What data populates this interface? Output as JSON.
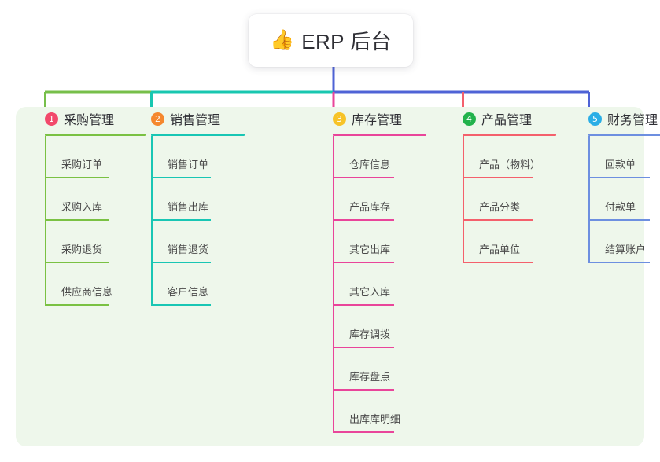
{
  "root": {
    "icon": "thumbs-up-icon",
    "emoji": "👍",
    "title": "ERP 后台"
  },
  "palette": {
    "panel_background": "#eef7eb",
    "page_background": "#ffffff",
    "bus_left": "#77bf4a",
    "bus_mid": "#18c7b0",
    "bus_right": "#4f63d6",
    "stem": "#4f63d6",
    "text": "#3c3c3c"
  },
  "columns": [
    {
      "index": "1",
      "title": "采购管理",
      "badge_color": "#f2496b",
      "rule_color": "#7ac143",
      "drop_color": "#77bf4a",
      "items": [
        "采购订单",
        "采购入库",
        "采购退货",
        "供应商信息"
      ]
    },
    {
      "index": "2",
      "title": "销售管理",
      "badge_color": "#f5872e",
      "rule_color": "#19c6b4",
      "drop_color": "#18c7b0",
      "items": [
        "销售订单",
        "销售出库",
        "销售退货",
        "客户信息"
      ]
    },
    {
      "index": "3",
      "title": "库存管理",
      "badge_color": "#f7c327",
      "rule_color": "#e9459a",
      "drop_color": "#e9459a",
      "items": [
        "仓库信息",
        "产品库存",
        "其它出库",
        "其它入库",
        "库存调拨",
        "库存盘点",
        "出库库明细"
      ]
    },
    {
      "index": "4",
      "title": "产品管理",
      "badge_color": "#22b24c",
      "rule_color": "#f4606c",
      "drop_color": "#f4606c",
      "items": [
        "产品（物料）",
        "产品分类",
        "产品单位"
      ]
    },
    {
      "index": "5",
      "title": "财务管理",
      "badge_color": "#2aaee6",
      "rule_color": "#6d8fe0",
      "drop_color": "#4f63d6",
      "items": [
        "回款单",
        "付款单",
        "结算账户"
      ]
    }
  ]
}
